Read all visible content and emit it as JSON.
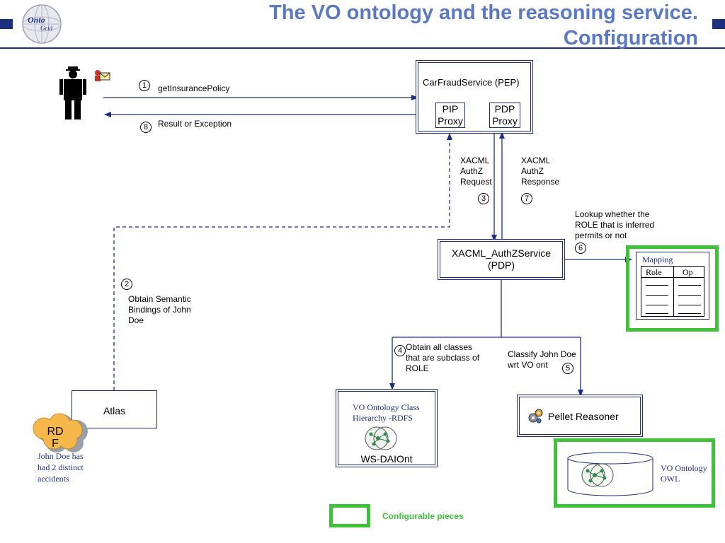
{
  "slide": {
    "title_line1": "The VO ontology and the reasoning service.",
    "title_line2": "Configuration",
    "logo_text_top": "Onto",
    "logo_text_bottom": "Grid"
  },
  "nodes": {
    "pep": {
      "label": "CarFraudService (PEP)",
      "pip": "PIP\nProxy",
      "pdp": "PDP\nProxy"
    },
    "pdp_service": {
      "label": "XACML_AuthZService\n(PDP)"
    },
    "atlas": {
      "label": "Atlas"
    },
    "rdf": {
      "label": "RD\nF",
      "caption": "John Doe has\nhad 2 distinct\naccidents"
    },
    "ws_daiont": {
      "caption": "VO Ontology Class\nHierarchy -RDFS",
      "label": "WS-DAIOnt"
    },
    "pellet": {
      "label": "Pellet Reasoner"
    },
    "mapping": {
      "title": "Mapping",
      "col1": "Role",
      "col2": "Op"
    },
    "vo_owl": {
      "label": "VO Ontology\nOWL"
    }
  },
  "steps": [
    {
      "num": "1",
      "label": "getInsurancePolicy"
    },
    {
      "num": "8",
      "label": "Result or Exception"
    },
    {
      "num": "3",
      "label": "XACML\nAuthZ\nRequest"
    },
    {
      "num": "7",
      "label": "XACML\nAuthZ\nResponse"
    },
    {
      "num": "6",
      "label": "Lookup whether the\nROLE that is inferred\npermits or not"
    },
    {
      "num": "2",
      "label": "Obtain Semantic\nBindings of John\nDoe"
    },
    {
      "num": "4",
      "label": "Obtain all classes\nthat are subclass of\nROLE"
    },
    {
      "num": "5",
      "label": "Classify John Doe\nwrt VO ont"
    }
  ],
  "legend": {
    "label": "Configurable pieces",
    "color": "#3fc23a"
  },
  "colors": {
    "title": "#5a78c4",
    "frame": "#1f2f80",
    "highlight": "#3fc23a",
    "cloud": "#f7b84b"
  }
}
